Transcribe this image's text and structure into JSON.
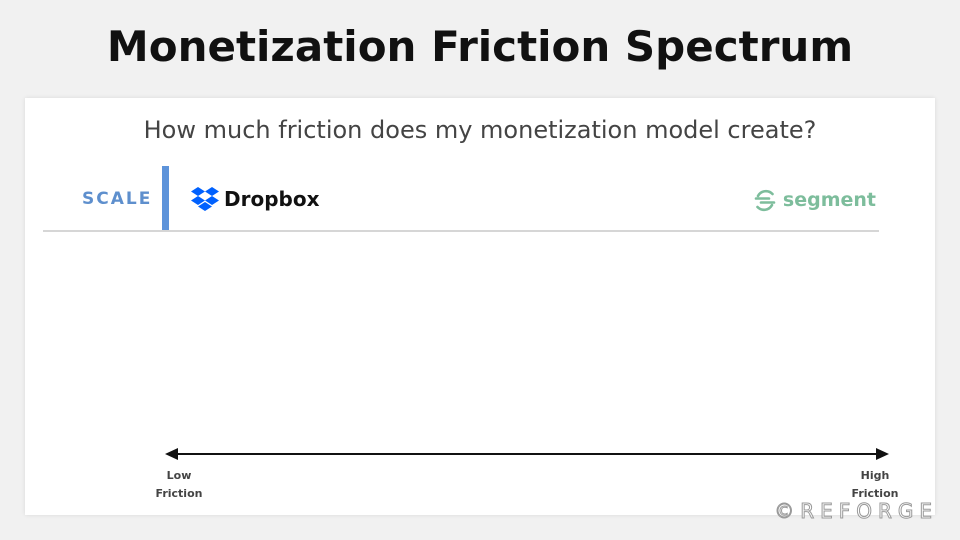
{
  "slide": {
    "title": "Monetization Friction Spectrum",
    "question": "How much friction does my monetization model create?"
  },
  "row": {
    "label": "SCALE",
    "left_logo": {
      "icon": "dropbox-icon",
      "name": "Dropbox",
      "color": "#0061fe"
    },
    "right_logo": {
      "icon": "segment-icon",
      "name": "segment",
      "color": "#7dbd9c"
    }
  },
  "axis": {
    "low_label": [
      "Low",
      "Friction"
    ],
    "high_label": [
      "High",
      "Friction"
    ]
  },
  "watermark": "©REFORGE",
  "colors": {
    "scale_accent": "#5d93da",
    "background": "#f1f1f1",
    "card": "#ffffff"
  }
}
